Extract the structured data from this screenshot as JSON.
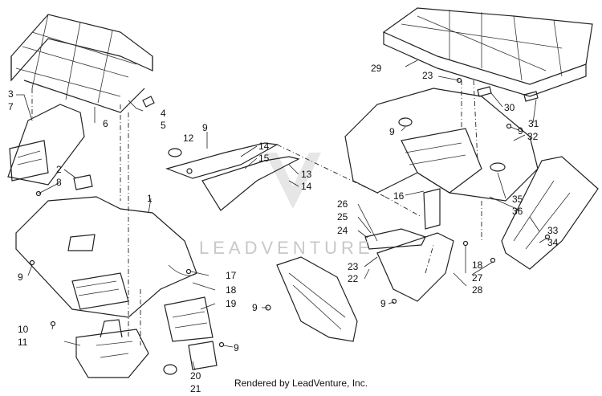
{
  "labels": {
    "l1": "1",
    "l2": "2",
    "l3": "3",
    "l4": "4",
    "l5": "5",
    "l6": "6",
    "l7": "7",
    "l8": "8",
    "l9a": "9",
    "l9b": "9",
    "l9c": "9",
    "l9d": "9",
    "l9e": "9",
    "l9f": "9",
    "l9g": "9",
    "l10": "10",
    "l11": "11",
    "l12": "12",
    "l13": "13",
    "l14a": "14",
    "l14b": "14",
    "l15": "15",
    "l16": "16",
    "l17": "17",
    "l18a": "18",
    "l18b": "18",
    "l19": "19",
    "l20": "20",
    "l21": "21",
    "l22": "22",
    "l23a": "23",
    "l23b": "23",
    "l24": "24",
    "l25": "25",
    "l26": "26",
    "l27": "27",
    "l28": "28",
    "l29": "29",
    "l30": "30",
    "l31": "31",
    "l32": "32",
    "l33": "33",
    "l34": "34",
    "l35": "35",
    "l36": "36"
  },
  "watermark": "LEADVENTURE",
  "footer": "Rendered by LeadVenture, Inc."
}
